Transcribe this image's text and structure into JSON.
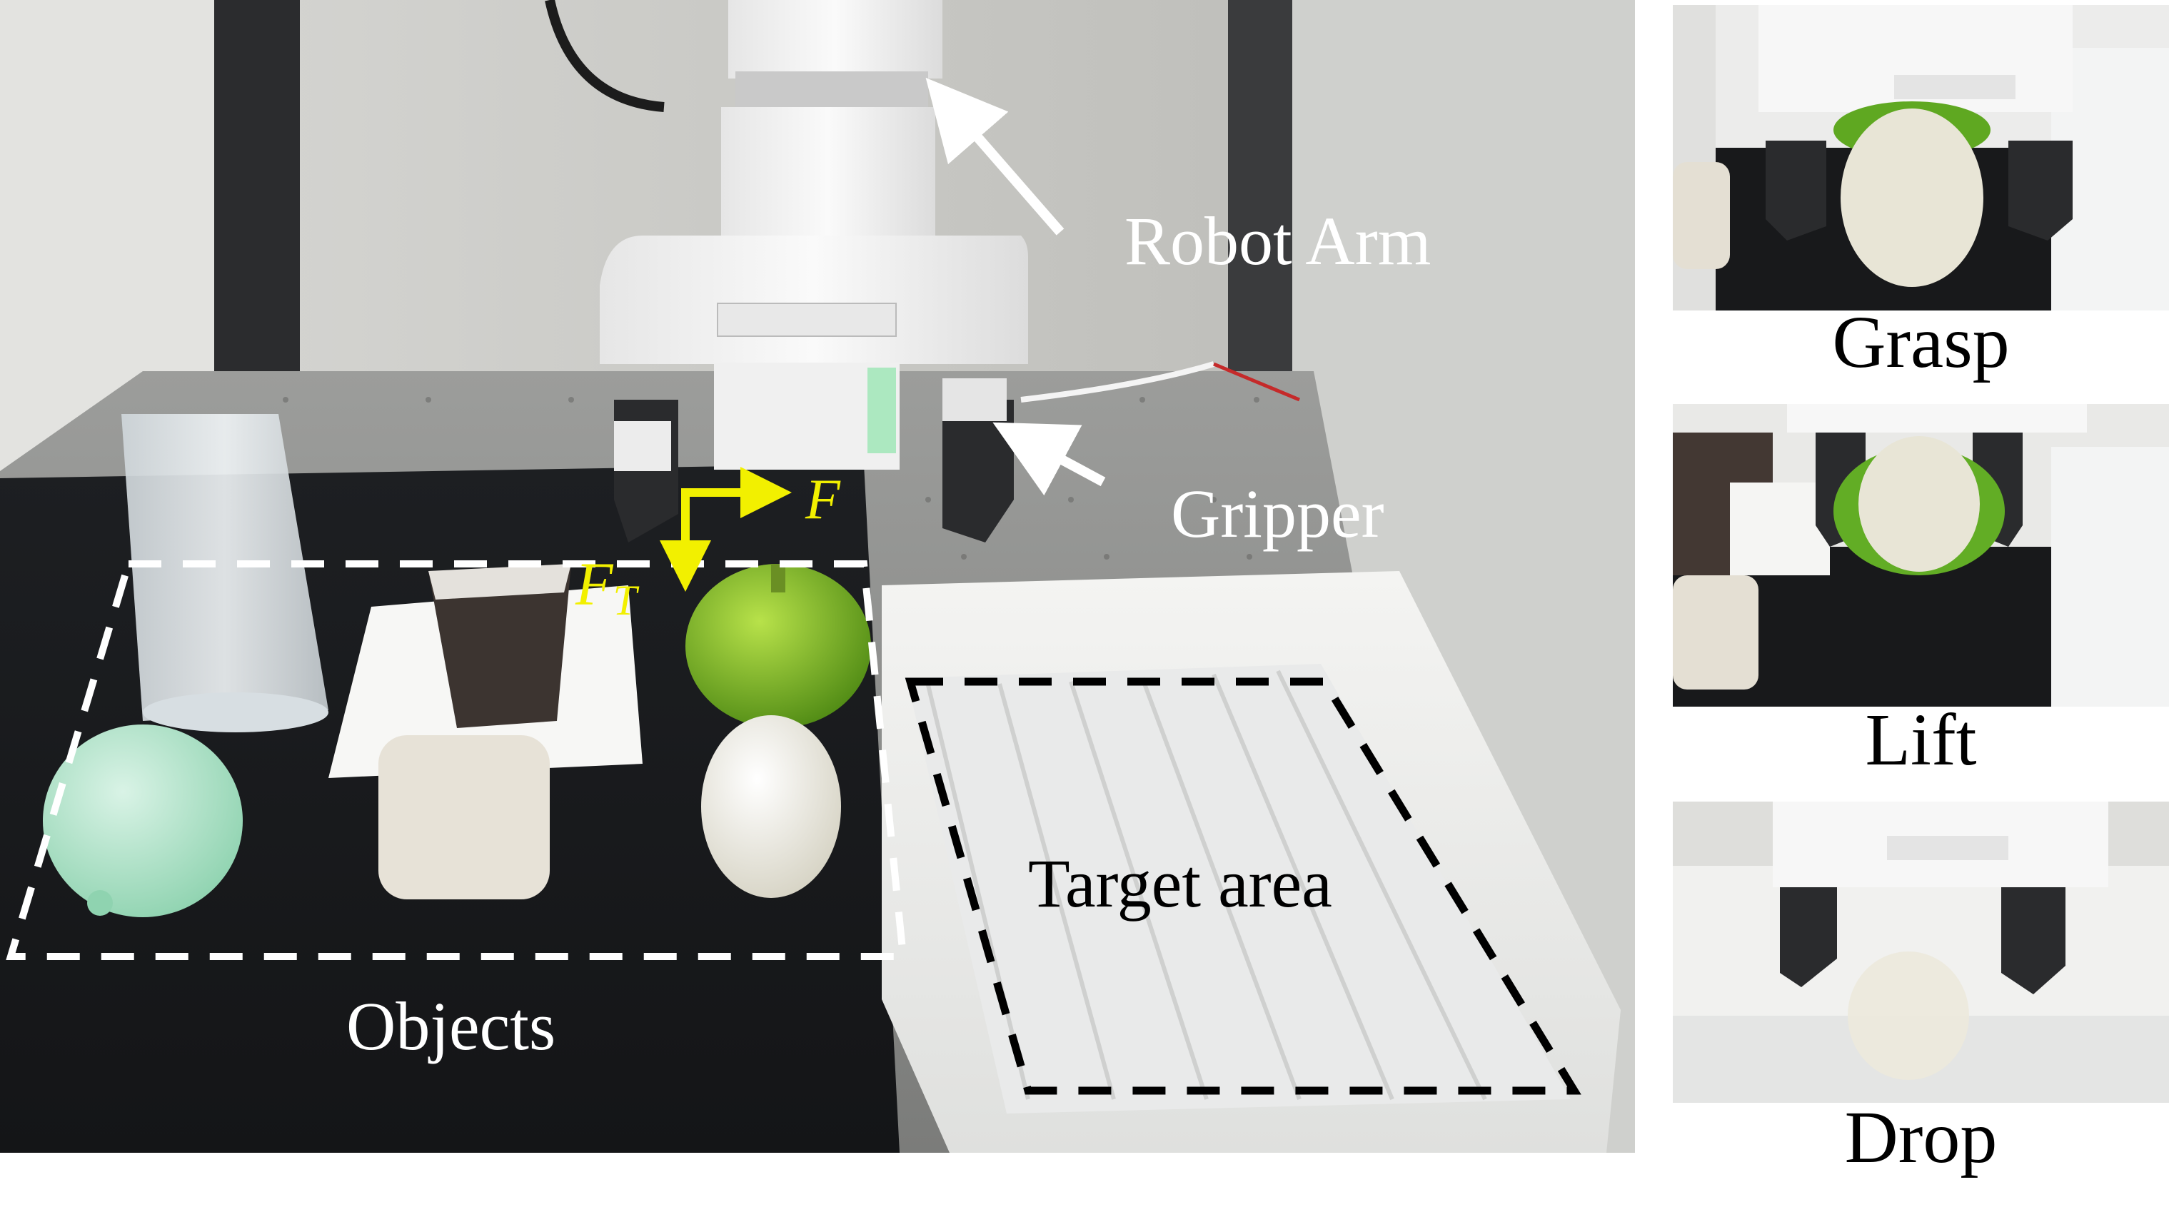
{
  "labels": {
    "robot_arm": "Robot Arm",
    "gripper": "Gripper",
    "objects": "Objects",
    "target_area": "Target area",
    "force": "F",
    "force_t_main": "F",
    "force_t_sub": "T"
  },
  "captions": {
    "grasp": "Grasp",
    "lift": "Lift",
    "drop": "Drop"
  },
  "colors": {
    "annotation_white": "#ffffff",
    "force_yellow": "#f2f000",
    "target_dash": "#000000"
  }
}
